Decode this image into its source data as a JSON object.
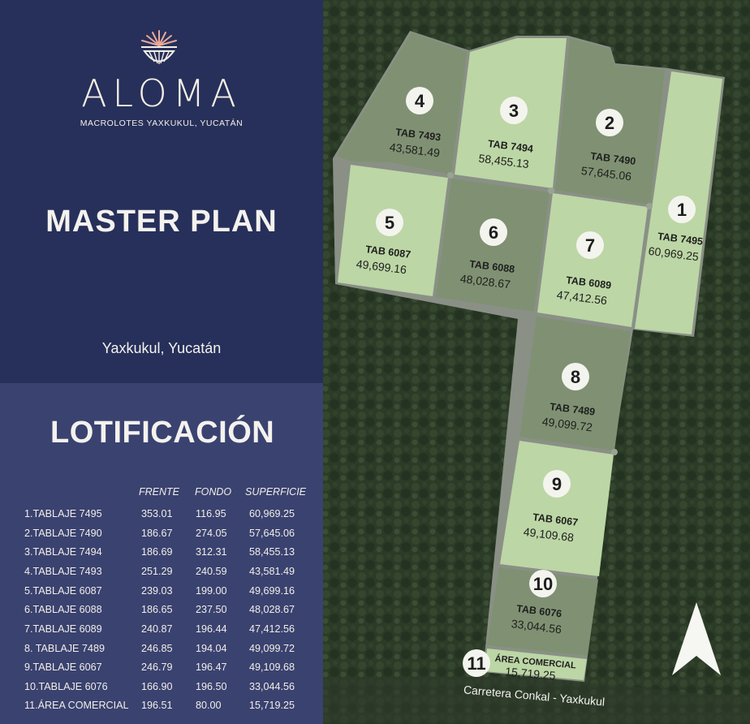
{
  "brand": {
    "name": "ALOMA",
    "subtitle": "MACROLOTES YAXKUKUL, YUCATÁN",
    "accent_color": "#e8a898"
  },
  "header": {
    "title": "MASTER PLAN",
    "location": "Yaxkukul, Yucatán"
  },
  "lotificacion": {
    "title": "LOTIFICACIÓN",
    "columns": [
      "FRENTE",
      "FONDO",
      "SUPERFICIE"
    ],
    "rows": [
      {
        "name": "1.TABLAJE 7495",
        "frente": "353.01",
        "fondo": "116.95",
        "superficie": "60,969.25"
      },
      {
        "name": "2.TABLAJE 7490",
        "frente": "186.67",
        "fondo": "274.05",
        "superficie": "57,645.06"
      },
      {
        "name": "3.TABLAJE 7494",
        "frente": "186.69",
        "fondo": "312.31",
        "superficie": "58,455.13"
      },
      {
        "name": "4.TABLAJE 7493",
        "frente": "251.29",
        "fondo": "240.59",
        "superficie": "43,581.49"
      },
      {
        "name": "5.TABLAJE 6087",
        "frente": "239.03",
        "fondo": "199.00",
        "superficie": "49,699.16"
      },
      {
        "name": "6.TABLAJE 6088",
        "frente": "186.65",
        "fondo": "237.50",
        "superficie": "48,028.67"
      },
      {
        "name": "7.TABLAJE 6089",
        "frente": "240.87",
        "fondo": "196.44",
        "superficie": "47,412.56"
      },
      {
        "name": "8. TABLAJE 7489",
        "frente": "246.85",
        "fondo": "194.04",
        "superficie": "49,099.72"
      },
      {
        "name": "9.TABLAJE 6067",
        "frente": "246.79",
        "fondo": "196.47",
        "superficie": "49,109.68"
      },
      {
        "name": "10.TABLAJE 6076",
        "frente": "166.90",
        "fondo": "196.50",
        "superficie": "33,044.56"
      },
      {
        "name": "11.ÁREA COMERCIAL",
        "frente": "196.51",
        "fondo": "80.00",
        "superficie": "15,719.25"
      }
    ]
  },
  "map": {
    "road_label": "Carretera Conkal - Yaxkukul",
    "north_arrow": "north-arrow-icon",
    "lots": [
      {
        "number": "1",
        "tab": "TAB 7495",
        "area": "60,969.25"
      },
      {
        "number": "2",
        "tab": "TAB 7490",
        "area": "57,645.06"
      },
      {
        "number": "3",
        "tab": "TAB 7494",
        "area": "58,455.13"
      },
      {
        "number": "4",
        "tab": "TAB 7493",
        "area": "43,581.49"
      },
      {
        "number": "5",
        "tab": "TAB 6087",
        "area": "49,699.16"
      },
      {
        "number": "6",
        "tab": "TAB 6088",
        "area": "48,028.67"
      },
      {
        "number": "7",
        "tab": "TAB 6089",
        "area": "47,412.56"
      },
      {
        "number": "8",
        "tab": "TAB 7489",
        "area": "49,099.72"
      },
      {
        "number": "9",
        "tab": "TAB 6067",
        "area": "49,109.68"
      },
      {
        "number": "10",
        "tab": "TAB 6076",
        "area": "33,044.56"
      },
      {
        "number": "11",
        "tab": "ÁREA COMERCIAL",
        "area": "15,719.25"
      }
    ]
  }
}
